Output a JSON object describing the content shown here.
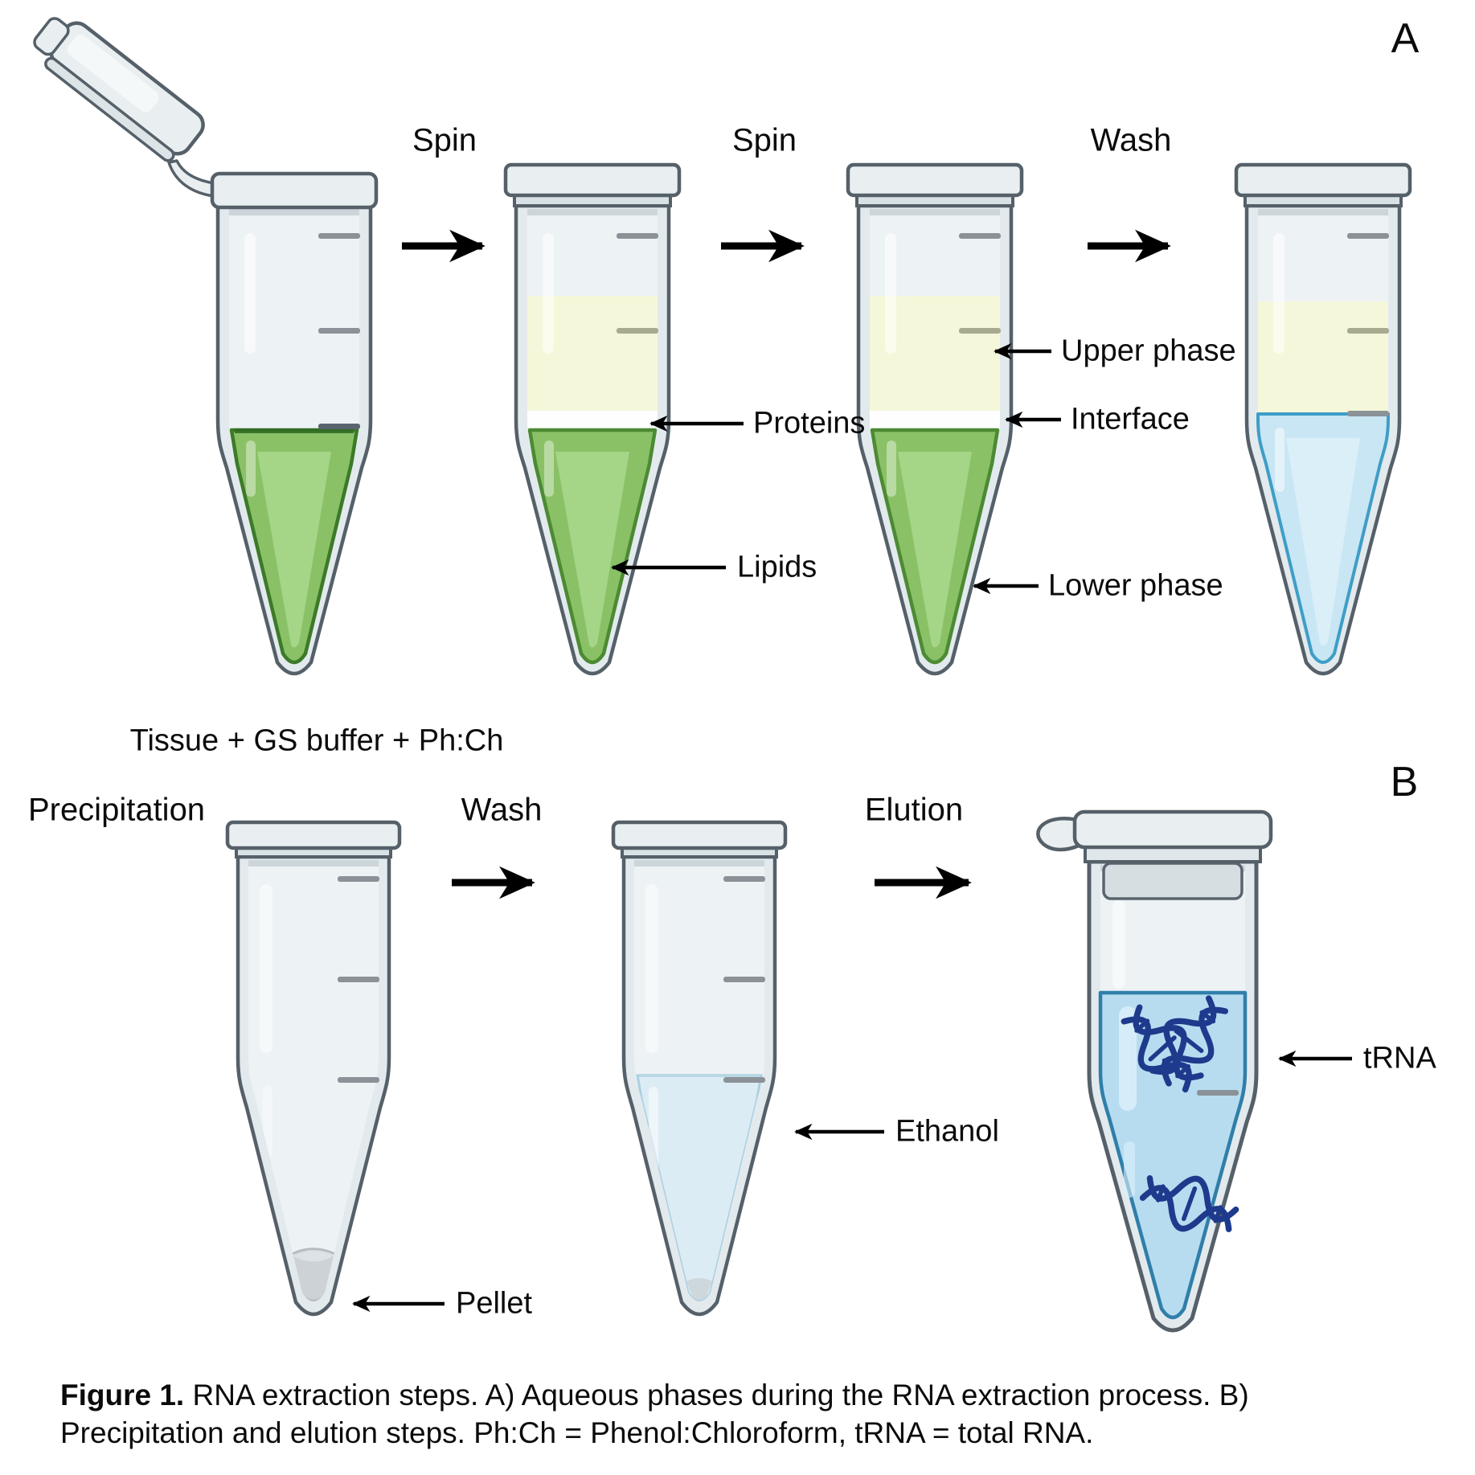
{
  "figure": {
    "panel_a_label": "A",
    "panel_b_label": "B",
    "steps_a": {
      "step1": "Spin",
      "step2": "Spin",
      "step3": "Wash"
    },
    "tube1_caption": "Tissue + GS buffer + Ph:Ch",
    "annotations_a": {
      "proteins": "Proteins",
      "lipids": "Lipids",
      "upper_phase": "Upper phase",
      "interface": "Interface",
      "lower_phase": "Lower phase"
    },
    "steps_b": {
      "step1": "Precipitation",
      "step2": "Wash",
      "step3": "Elution"
    },
    "annotations_b": {
      "pellet": "Pellet",
      "ethanol": "Ethanol",
      "trna": "tRNA"
    },
    "caption_bold": "Figure 1.",
    "caption_rest": " RNA extraction steps. A) Aqueous phases during the RNA extraction process. B) Precipitation and elution steps. Ph:Ch = Phenol:Chloroform, tRNA = total RNA."
  },
  "colors": {
    "sample_green": "#8ac167",
    "sample_green_dark": "#4c8a33",
    "upper_phase_yellow": "#f5f7da",
    "protein_band_white": "#fdfefd",
    "aqueous_blue": "#c9e6f4",
    "aqueous_blue_border": "#3e9ec7",
    "ethanol_blue": "#dcecf4",
    "trna_blue": "#b7dcf0",
    "trna_blue_border": "#2f7fa9",
    "helix_blue": "#1e3a8c",
    "pellet_grey": "#ccd2d6",
    "tube_outline": "#556069",
    "tube_fill": "#e3eaee",
    "tube_interior": "#edf2f5",
    "arrow_black": "#000000"
  }
}
